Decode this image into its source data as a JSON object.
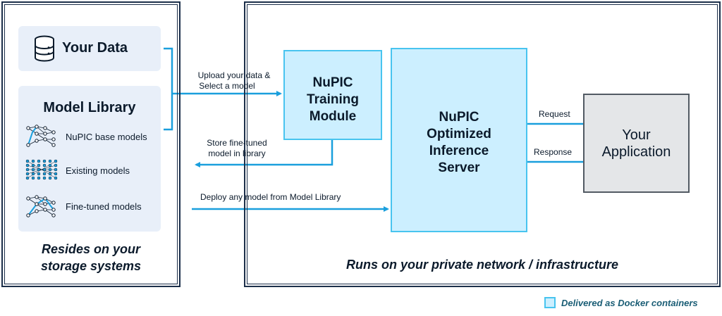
{
  "storage": {
    "data_title": "Your Data",
    "library_title": "Model Library",
    "library_items": [
      "NuPIC base models",
      "Existing models",
      "Fine-tuned models"
    ],
    "caption_line1": "Resides on your",
    "caption_line2": "storage systems"
  },
  "network": {
    "training_line1": "NuPIC",
    "training_line2": "Training",
    "training_line3": "Module",
    "inference_line1": "NuPIC",
    "inference_line2": "Optimized",
    "inference_line3": "Inference",
    "inference_line4": "Server",
    "app_line1": "Your",
    "app_line2": "Application",
    "caption": "Runs on your private network / infrastructure"
  },
  "arrows": {
    "upload_line1": "Upload your data &",
    "upload_line2": "Select a model",
    "store_line1": "Store fine-tuned",
    "store_line2": "model in library",
    "deploy": "Deploy any model from Model Library",
    "request": "Request",
    "response": "Response"
  },
  "legend": {
    "text": "Delivered as Docker containers"
  },
  "colors": {
    "arrow": "#1a9fdd",
    "docker_fill": "#ccefff",
    "docker_border": "#48c4ef",
    "frame": "#1c2f4a",
    "app_fill": "#e4e6e8"
  },
  "icons": {
    "data": "database-icon",
    "base_models": "neural-net-icon",
    "existing_models": "network-grid-icon",
    "fine_tuned": "neural-net-icon"
  }
}
